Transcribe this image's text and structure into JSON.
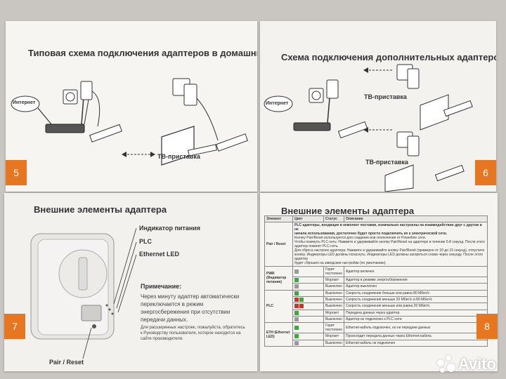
{
  "pages": {
    "p5": {
      "title": "Типовая схема подключения адаптеров в домашних условиях",
      "internet_label": "Интернет",
      "tv_label": "ТВ-приставка",
      "page_number": "5"
    },
    "p6": {
      "title": "Схема подключения дополнительных адаптеров",
      "internet_label": "Интернет",
      "tv_label_1": "ТВ-приставка",
      "tv_label_2": "ТВ-приставка",
      "page_number": "6"
    },
    "p7": {
      "title": "Внешние элементы адаптера",
      "label_power": "Индикатор питания",
      "label_plc": "PLC",
      "label_eth": "Ethernet LED",
      "label_pair": "Pair / Reset",
      "note_title": "Примечание:",
      "note_text": "Через минуту адаптер автоматически переключается в режим энергосбережения при отсутствии передачи данных.",
      "footer_text": "Для расширенных настроек, пожалуйста, обратитесь к Руководству пользователя, которое находится на сайте производителя.",
      "page_number": "7"
    },
    "p8": {
      "title": "Внешние элементы адаптера",
      "page_number": "8",
      "table": {
        "headers": [
          "Элемент",
          "Цвет",
          "Статус",
          "Описание"
        ],
        "pair": {
          "name": "Pair / Reset",
          "lines": [
            "PLC адаптеры, входящие в комплект поставки, изначально настроены на взаимодействие друг с другом и не",
            "начала использования, достаточно будет просто подключить их к электрической сети.",
            "Кнопку Pair/Reset используется для создания или отключения от Powerline сети.",
            "Чтобы покинуть PLC-сеть: Нажмите и удерживайте кнопку Pair/Reset на адаптере в течение 5-8 секунд. После этого",
            "адаптер покинет PLC-сеть.",
            "Для сброса настроек адаптера: Нажмите и удерживайте кнопку Pair/Reset (примерно от 10 до 15 секунд), отпустите",
            "кнопку. Индикаторы LED должны погаснуть. Индикаторы LED должны загореться снова через секунду. После этого адаптер",
            "будет сброшен на заводские настройки (по умолчанию)."
          ]
        },
        "pwr": {
          "name": "PWR (Индикатор питания)",
          "rows": [
            {
              "status": "Горит постоянно",
              "desc": "Адаптер включен"
            },
            {
              "status": "Моргает",
              "desc": "Адаптер в режиме энергосбережения"
            },
            {
              "status": "Выключен",
              "desc": "Адаптер выключен"
            }
          ]
        },
        "plc": {
          "name": "PLC",
          "rows": [
            {
              "status": "Выключен",
              "desc": "Скорость соединения больше или равна 80 Мбит/с"
            },
            {
              "status": "Выключен",
              "desc": "Скорость соединения меньше 20 Мбит/с и 80 Мбит/с"
            },
            {
              "status": "Выключен",
              "desc": "Скорость соединения меньше или равна 20 Мбит/с"
            },
            {
              "status": "Моргает",
              "desc": "Передача данных через адаптер"
            },
            {
              "status": "Выключен",
              "desc": "Адаптер не подключен к PLC-сети"
            }
          ]
        },
        "eth": {
          "name": "ETH (Ethernet LED)",
          "rows": [
            {
              "status": "Горит постоянно",
              "desc": "Ethernet-кабель подключен, но не передачи данных"
            },
            {
              "status": "Моргает",
              "desc": "Происходит передача данных через Ethernet-кабель"
            },
            {
              "status": "Выключен",
              "desc": "Ethernet-кабель не подключен"
            }
          ]
        }
      }
    }
  },
  "watermark": "Avito",
  "colors": {
    "accent": "#e67620",
    "green": "#3fa63f",
    "red": "#d2312b"
  }
}
